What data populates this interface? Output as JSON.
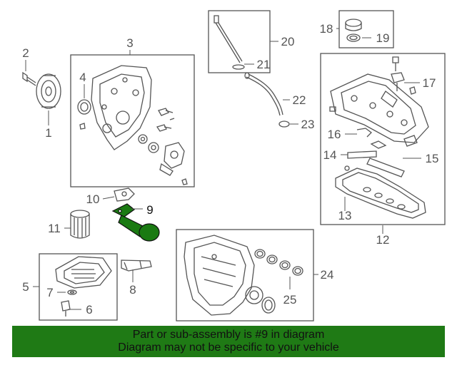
{
  "diagram": {
    "callouts": {
      "c1": "1",
      "c2": "2",
      "c3": "3",
      "c4": "4",
      "c5": "5",
      "c6": "6",
      "c7": "7",
      "c8": "8",
      "c9": "9",
      "c10": "10",
      "c11": "11",
      "c12": "12",
      "c13": "13",
      "c14": "14",
      "c15": "15",
      "c16": "16",
      "c17": "17",
      "c18": "18",
      "c19": "19",
      "c20": "20",
      "c21": "21",
      "c22": "22",
      "c23": "23",
      "c24": "24",
      "c25": "25"
    },
    "highlight_part": "9",
    "colors": {
      "highlight": "#1a7a12",
      "line": "#555555",
      "banner": "#1f7a15"
    }
  },
  "banner": {
    "line1": "Part or sub-assembly is #9 in diagram",
    "line2": "Diagram may not be specific to your vehicle"
  }
}
